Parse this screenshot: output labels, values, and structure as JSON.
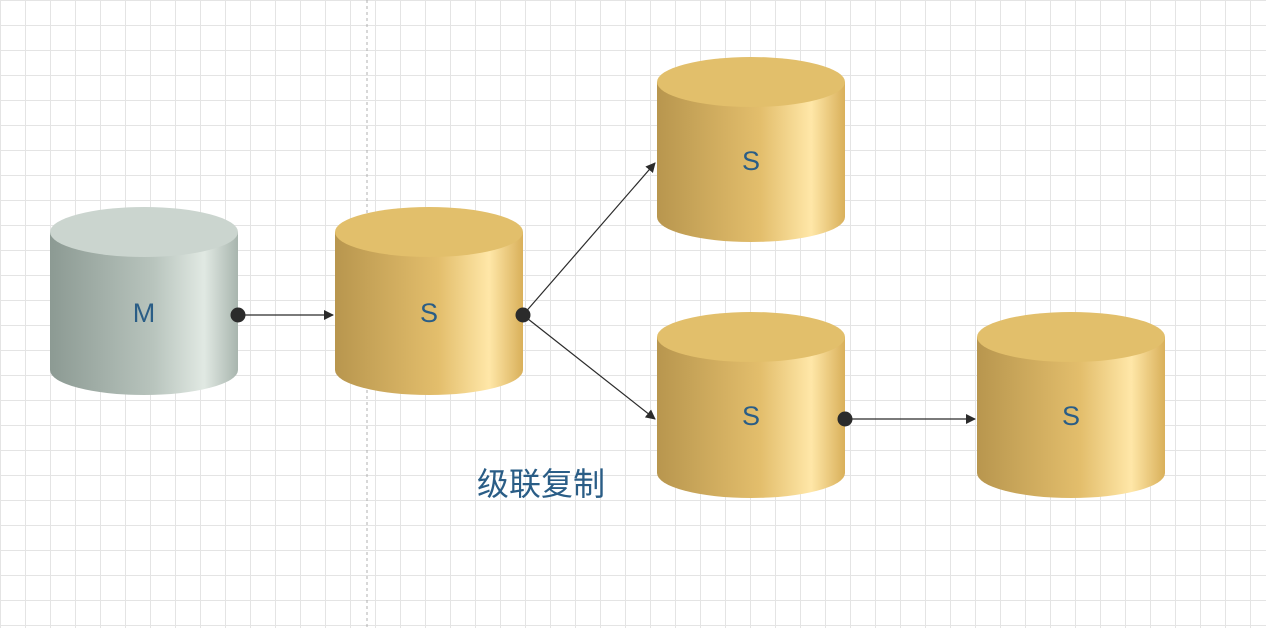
{
  "colors": {
    "label_text": "#2a5d86",
    "master_top": "#cbd5cf",
    "master_side_dark": "#8c9a93",
    "master_side_light": "#e1e9e3",
    "slave_top": "#e2bf6b",
    "slave_side_dark": "#b8964e",
    "slave_side_light": "#ffe7a8",
    "connector": "#2b2b2b",
    "page_divider": "#b0b0b0"
  },
  "nodes": {
    "master": {
      "label": "M"
    },
    "slave_1": {
      "label": "S"
    },
    "slave_2": {
      "label": "S"
    },
    "slave_3": {
      "label": "S"
    },
    "slave_4": {
      "label": "S"
    }
  },
  "caption": "级联复制"
}
